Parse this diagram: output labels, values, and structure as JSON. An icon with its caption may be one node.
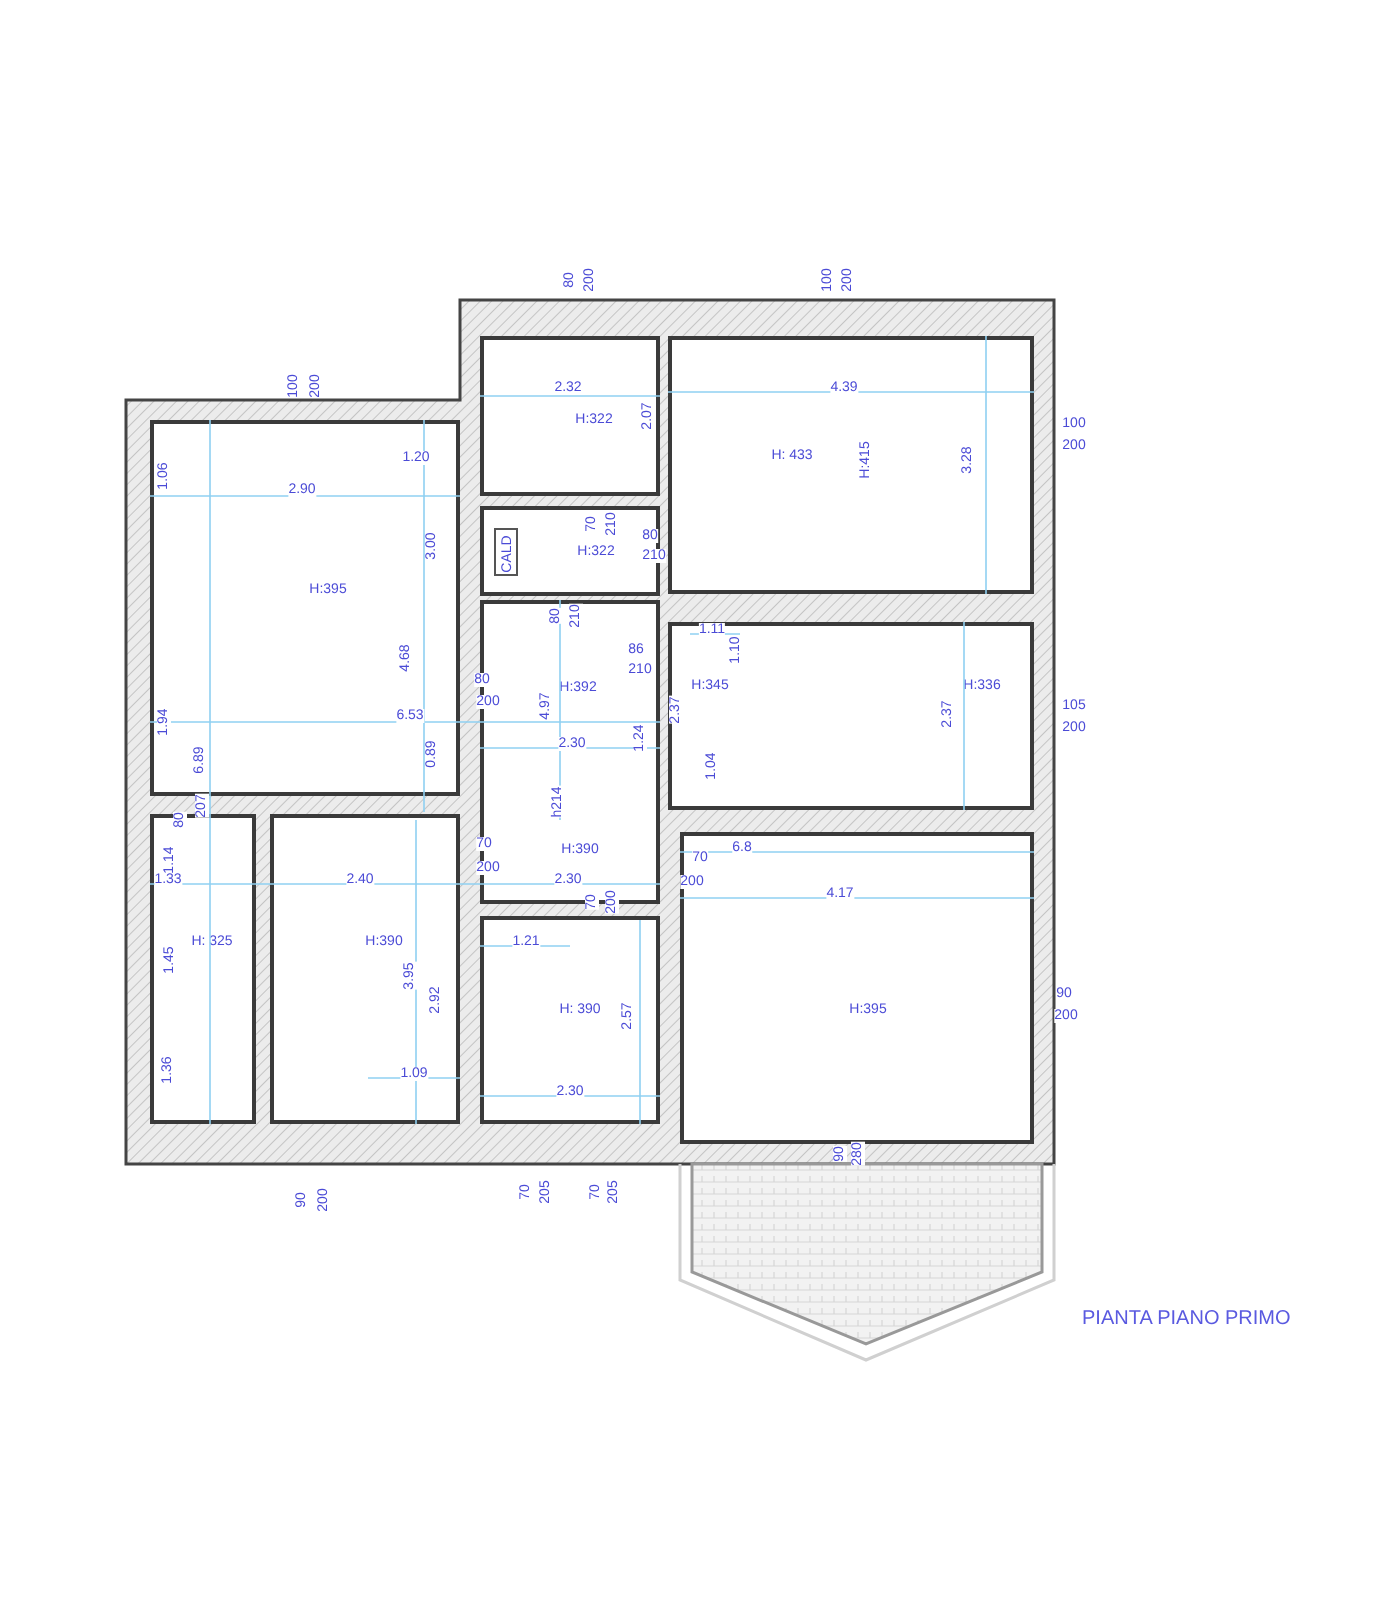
{
  "diagram": {
    "title": "PIANTA PIANO PRIMO",
    "nodes": [
      {
        "text": [
          "H:322"
        ]
      },
      {
        "text": [
          "H: 433",
          "H:415"
        ]
      },
      {
        "text": [
          "H:322"
        ]
      },
      {
        "text": [
          "CALD"
        ],
        "in": 2
      },
      {
        "text": [
          "H:395"
        ]
      },
      {
        "text": [
          "H:392"
        ]
      },
      {
        "text": [
          "H:345",
          "H:336"
        ]
      },
      {
        "text": [
          "H: 325"
        ]
      },
      {
        "text": [
          "H:390"
        ]
      },
      {
        "text": [
          "H: 390"
        ]
      },
      {
        "text": [
          "H:395"
        ]
      }
    ],
    "edges": [],
    "labels": [
      "80",
      "200",
      "100",
      "200",
      "100",
      "200",
      "1.06",
      "1.20",
      "2.90",
      "2.32",
      "2.07",
      "4.39",
      "3.28",
      "100",
      "200",
      "70",
      "210",
      "80",
      "210",
      "3.00",
      "4.68",
      "80",
      "210",
      "86",
      "210",
      "80",
      "200",
      "1.11",
      "1.10",
      "2.37",
      "2.37",
      "1.04",
      "105",
      "200",
      "1.94",
      "6.53",
      "4.97",
      "1.24",
      "2.30",
      "6.89",
      "0.89",
      "80",
      "207",
      "h214",
      "70",
      "200",
      "H:390",
      "70",
      "200",
      "6.8",
      "4.17",
      "1.14",
      "1.33",
      "2.40",
      "2.30",
      "70",
      "200",
      "1.45",
      "3.95",
      "2.92",
      "1.21",
      "2.57",
      "1.36",
      "1.09",
      "2.30",
      "90",
      "200",
      "90",
      "200",
      "70",
      "205",
      "70",
      "205",
      "90",
      "280"
    ]
  }
}
